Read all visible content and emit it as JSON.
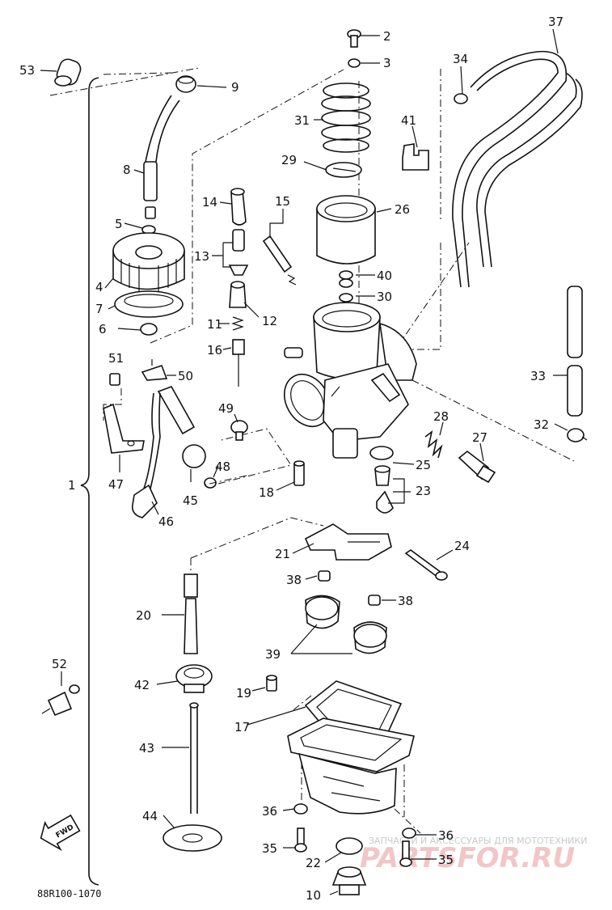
{
  "diagram_code": "88R100-1070",
  "group_number": "1",
  "forward_label": "FWD",
  "watermark": {
    "line1": "ЗАПЧАСТИ И АКСЕССУАРЫ ДЛЯ МОТОТЕХНИКИ",
    "line2": "PARTSFOR.RU"
  },
  "callouts": [
    "2",
    "3",
    "9",
    "53",
    "34",
    "37",
    "31",
    "41",
    "8",
    "29",
    "14",
    "15",
    "26",
    "5",
    "13",
    "4",
    "40",
    "30",
    "7",
    "11",
    "12",
    "6",
    "16",
    "51",
    "50",
    "49",
    "28",
    "27",
    "25",
    "23",
    "48",
    "18",
    "47",
    "45",
    "46",
    "21",
    "24",
    "38",
    "38",
    "20",
    "39",
    "52",
    "42",
    "19",
    "17",
    "43",
    "44",
    "36",
    "36",
    "35",
    "22",
    "35",
    "10",
    "33",
    "32"
  ]
}
